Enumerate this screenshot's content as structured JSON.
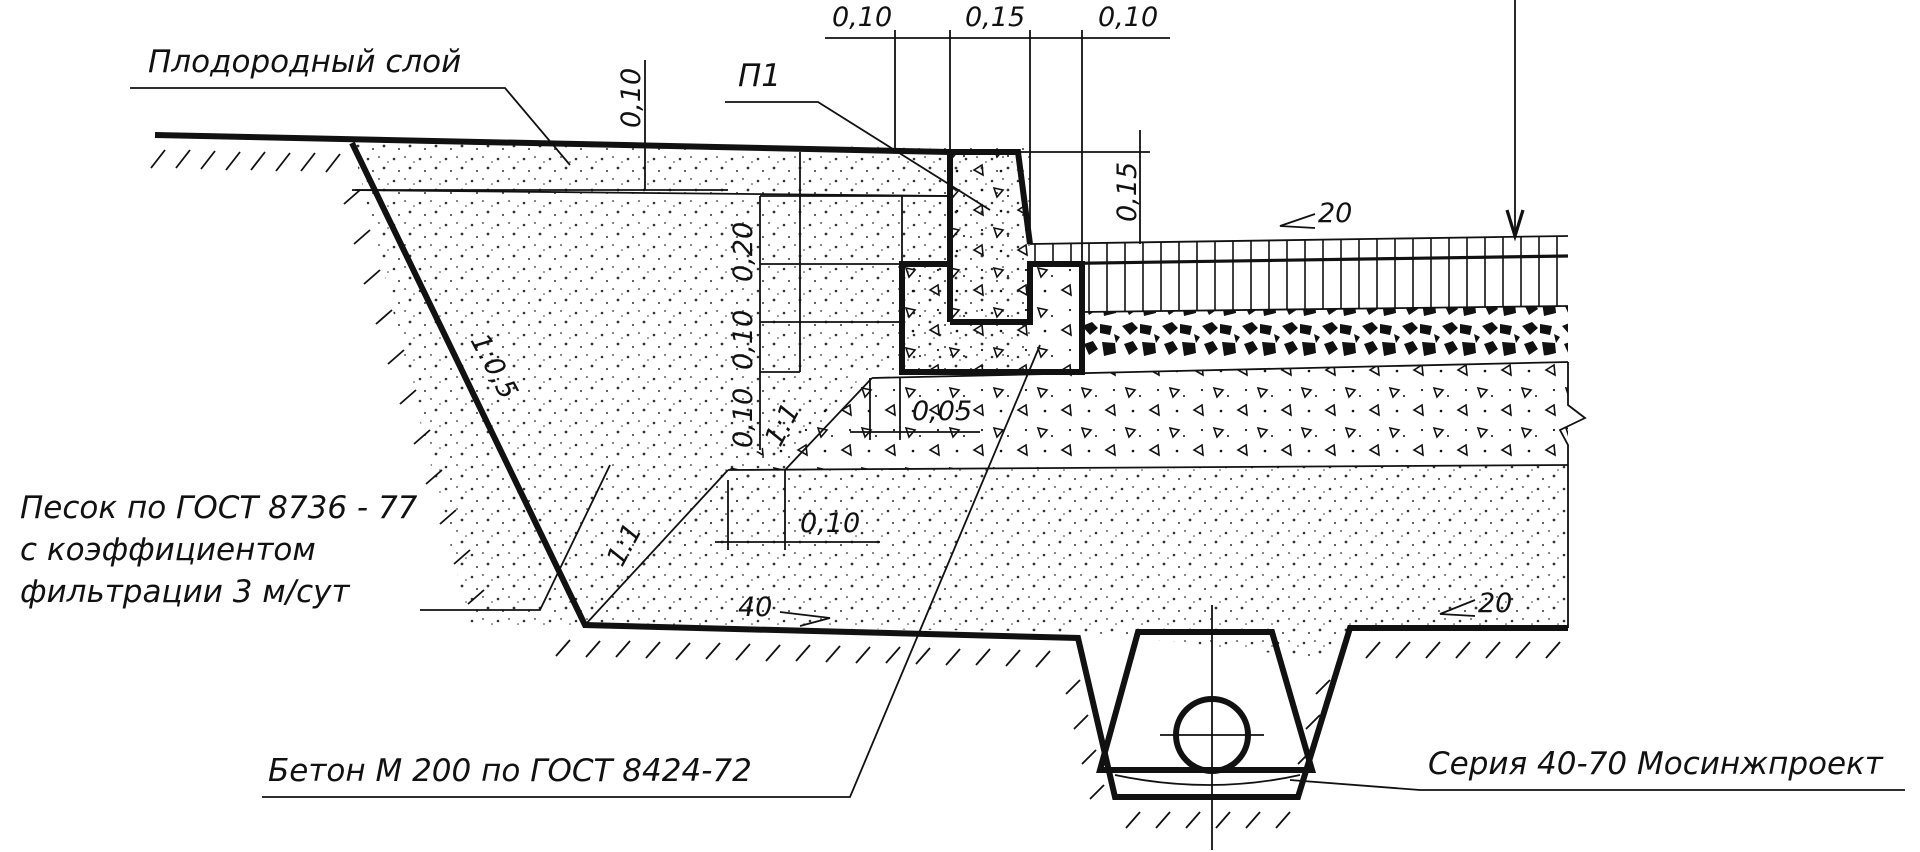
{
  "labels": {
    "fertile_layer": "Плодородный слой",
    "curb": "П1",
    "sand_line1": "Песок по ГОСТ 8736 - 77",
    "sand_line2": "с коэффициентом",
    "sand_line3": "фильтрации  3 м/сут",
    "concrete": "Бетон   М 200  по  ГОСТ 8424-72",
    "series": "Серия 40-70  Мосинжпроект"
  },
  "dimensions": {
    "top_left": "0,10",
    "top_mid": "0,15",
    "top_right": "0,10",
    "fertile_thickness": "0,10",
    "curb_height": "0,15",
    "layer_020": "0,20",
    "layer_010_a": "0,10",
    "layer_010_b": "0,10",
    "offset_005": "0,05",
    "offset_010": "0,10"
  },
  "slopes": {
    "trench_wall": "1:0,5",
    "upper_step": "1:1",
    "lower_step": "1:1",
    "pavement": "20",
    "trench_bottom": "40",
    "base_right": "20"
  },
  "colors": {
    "ink": "#111111",
    "paper": "#ffffff"
  }
}
